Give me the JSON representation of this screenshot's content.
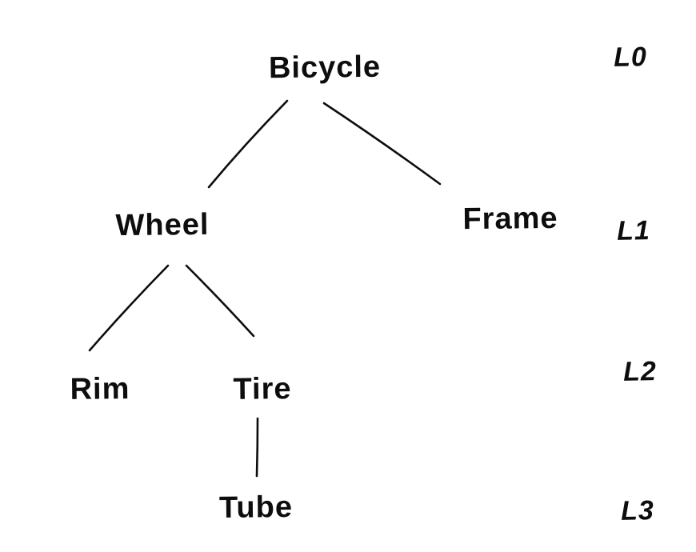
{
  "diagram": {
    "type": "tree",
    "style": "hand-drawn",
    "colors": {
      "ink": "#0d0d0d",
      "background": "#ffffff"
    },
    "nodes": [
      {
        "id": "bicycle",
        "label": "Bicycle",
        "level": 0
      },
      {
        "id": "wheel",
        "label": "Wheel",
        "level": 1
      },
      {
        "id": "frame",
        "label": "Frame",
        "level": 1
      },
      {
        "id": "rim",
        "label": "Rim",
        "level": 2
      },
      {
        "id": "tire",
        "label": "Tire",
        "level": 2
      },
      {
        "id": "tube",
        "label": "Tube",
        "level": 3
      }
    ],
    "edges": [
      {
        "from": "Bicycle",
        "to": "Wheel"
      },
      {
        "from": "Bicycle",
        "to": "Frame"
      },
      {
        "from": "Wheel",
        "to": "Rim"
      },
      {
        "from": "Wheel",
        "to": "Tire"
      },
      {
        "from": "Tire",
        "to": "Tube"
      }
    ],
    "level_labels": [
      {
        "label": "L0"
      },
      {
        "label": "L1"
      },
      {
        "label": "L2"
      },
      {
        "label": "L3"
      }
    ]
  }
}
